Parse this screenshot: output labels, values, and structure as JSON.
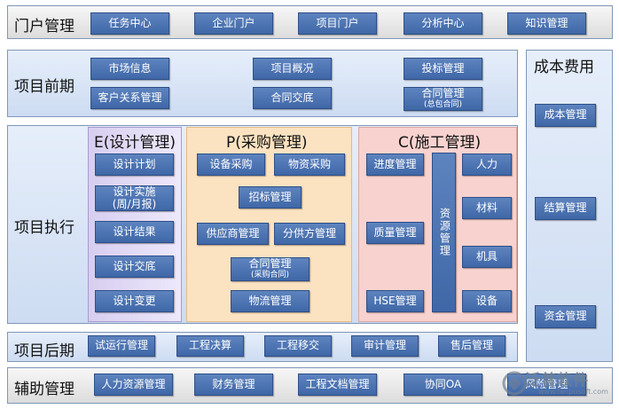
{
  "portal": {
    "title": "门户管理",
    "items": [
      "任务中心",
      "企业门户",
      "项目门户",
      "分析中心",
      "知识管理"
    ]
  },
  "pre_project": {
    "title": "项目前期",
    "items": [
      "市场信息",
      "客户关系管理",
      "项目概况",
      "合同交底",
      "投标管理"
    ],
    "contract": {
      "label": "合同管理",
      "sub": "(总包合同)"
    }
  },
  "execution": {
    "title": "项目执行",
    "design": {
      "title": "E(设计管理)",
      "items": [
        "设计计划",
        "设计结果",
        "设计交底",
        "设计变更"
      ],
      "impl": {
        "label": "设计实施",
        "sub": "(周/月报)"
      }
    },
    "procurement": {
      "title": "P(采购管理)",
      "items": [
        "设备采购",
        "物资采购",
        "招标管理",
        "供应商管理",
        "分供方管理",
        "物流管理"
      ],
      "contract": {
        "label": "合同管理",
        "sub": "(采购合同)"
      }
    },
    "construction": {
      "title": "C(施工管理)",
      "items": [
        "进度管理",
        "质量管理",
        "HSE管理",
        "人力",
        "材料",
        "机具",
        "设备"
      ],
      "resource": "资源管理"
    }
  },
  "post_project": {
    "title": "项目后期",
    "items": [
      "试运行管理",
      "工程决算",
      "工程移交",
      "审计管理",
      "售后管理"
    ]
  },
  "cost": {
    "title": "成本费用",
    "items": [
      "成本管理",
      "结算管理",
      "资金管理"
    ]
  },
  "aux": {
    "title": "辅助管理",
    "items": [
      "人力资源管理",
      "财务管理",
      "工程文档管理",
      "协同OA",
      "风险管理"
    ]
  },
  "watermark": {
    "text": "泛普软件",
    "url": "www.fanpusoft.com"
  },
  "colors": {
    "button": "#4a71b0",
    "design_bg": "#e2dbf6",
    "procurement_bg": "#fbe2c1",
    "construction_bg": "#f8d2cf"
  }
}
